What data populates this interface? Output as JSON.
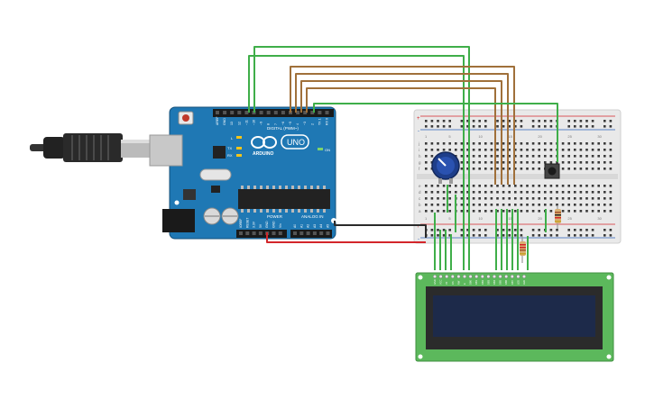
{
  "arduino": {
    "brand": "ARDUINO",
    "model": "UNO",
    "digital_header_label": "DIGITAL (PWM~)",
    "power_label": "POWER",
    "analog_label": "ANALOG IN",
    "on_label": "ON",
    "tx_label": "TX",
    "rx_label": "RX",
    "l_label": "L",
    "digital_pin_labels": [
      "AREF",
      "GND",
      "13",
      "12",
      "~11",
      "~10",
      "~9",
      "8",
      "7",
      "~6",
      "~5",
      "4",
      "~3",
      "2",
      "TX 1",
      "RX 0"
    ],
    "power_pin_labels": [
      "IOREF",
      "RESET",
      "3.3V",
      "5V",
      "GND",
      "GND",
      "Vin"
    ],
    "analog_pin_labels": [
      "A0",
      "A1",
      "A2",
      "A3",
      "A4",
      "A5"
    ]
  },
  "breadboard": {
    "row_letters_top": [
      "j",
      "i",
      "h",
      "g",
      "f"
    ],
    "row_letters_bottom": [
      "e",
      "d",
      "c",
      "b",
      "a"
    ],
    "column_numbers": [
      "1",
      "5",
      "10",
      "15",
      "20",
      "25",
      "30"
    ],
    "rail_plus": "+",
    "rail_minus": "-"
  },
  "lcd": {
    "pin_labels": [
      "GND",
      "VCC",
      "V0",
      "RS",
      "RW",
      "E",
      "DB0",
      "DB1",
      "DB2",
      "DB3",
      "DB4",
      "DB5",
      "DB6",
      "DB7",
      "LED",
      "LED"
    ]
  },
  "colors": {
    "wire_green": "#3fae49",
    "wire_brown": "#a0703a",
    "wire_red": "#d3262a",
    "wire_black": "#2b2b2b",
    "arduino_blue": "#1f78b4",
    "lcd_green": "#5cb85c",
    "lcd_screen": "#1d2a4a"
  }
}
